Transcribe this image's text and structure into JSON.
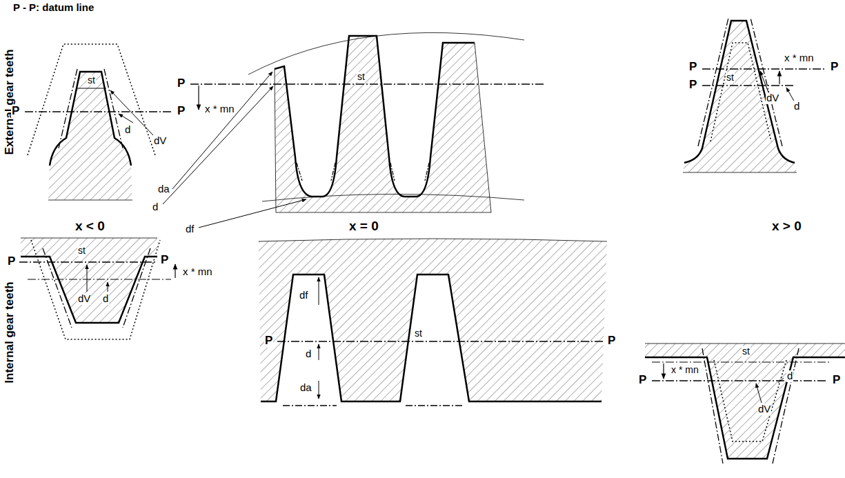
{
  "diagram": {
    "labels": [
      "P - P: datum line",
      "External gear teeth",
      "Internal gear teeth",
      "x < 0",
      "x = 0",
      "x > 0",
      "st",
      "P",
      "P",
      "x * mn",
      "d",
      "dV",
      "P",
      "st",
      "da",
      "d",
      "df",
      "P",
      "x * mn",
      "P",
      "st",
      "P",
      "dV",
      "d",
      "P",
      "st",
      "P",
      "x * mn",
      "dV",
      "d",
      "P",
      "df",
      "d",
      "st",
      "P",
      "da",
      "st",
      "P",
      "x * mn",
      "d",
      "P",
      "dV"
    ]
  }
}
